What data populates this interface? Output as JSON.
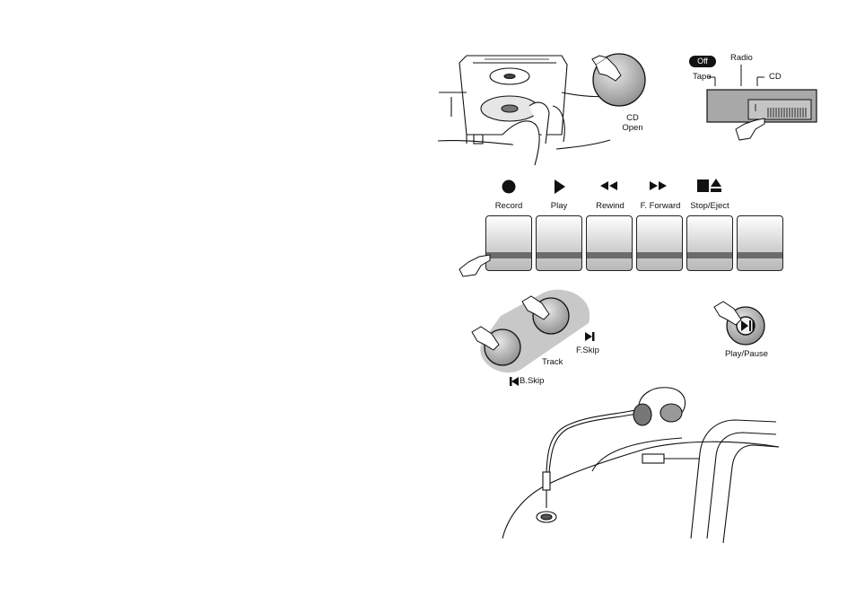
{
  "cd_open": {
    "label": "CD\nOpen"
  },
  "function_switch": {
    "selected": "Off",
    "positions": [
      "Off",
      "Tape",
      "Radio",
      "CD"
    ]
  },
  "tape_controls": {
    "buttons": [
      {
        "label": "Record",
        "icon": "record-icon"
      },
      {
        "label": "Play",
        "icon": "play-icon"
      },
      {
        "label": "Rewind",
        "icon": "rewind-icon"
      },
      {
        "label": "F. Forward",
        "icon": "fast-forward-icon"
      },
      {
        "label": "Stop/Eject",
        "icon": "stop-eject-icon"
      },
      {
        "label": "",
        "icon": ""
      }
    ]
  },
  "track": {
    "label": "Track",
    "fskip_label": "F.Skip",
    "bskip_label": "B.Skip"
  },
  "play_pause": {
    "label": "Play/Pause"
  },
  "colors": {
    "button_gray": "#9a9a9a",
    "pill": "#111111",
    "track_pad": "#c8c8c8"
  }
}
